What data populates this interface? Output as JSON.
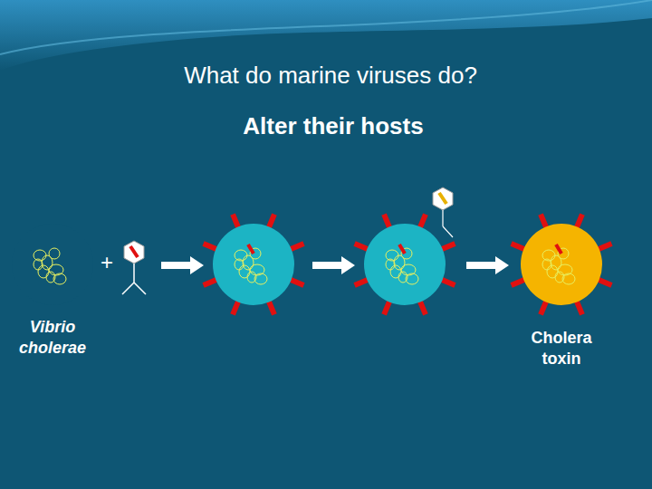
{
  "diagram": {
    "title": "What do marine viruses do?",
    "nodes": [
      {
        "text": [
          "Vibrio cholerae"
        ]
      },
      {
        "text": [
          "Cholera toxin"
        ]
      }
    ],
    "labels": [
      "Alter their hosts",
      "+"
    ]
  }
}
